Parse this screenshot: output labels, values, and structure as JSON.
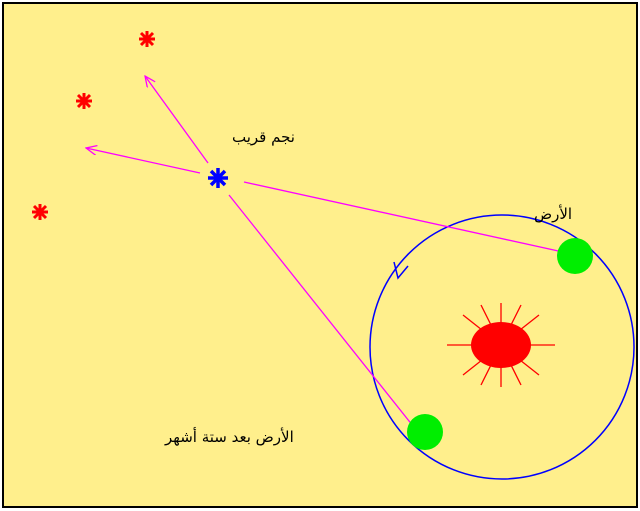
{
  "labels": {
    "near_star": "نجم قريب",
    "earth": "الأرض",
    "earth_six_months": "الأرض بعد ستة أشهر"
  },
  "colors": {
    "background": "#ffef8c",
    "border": "#000000",
    "distant_star": "#ff0000",
    "near_star": "#0000ff",
    "sight_line": "#ff00ff",
    "orbit": "#0000ff",
    "sun": "#ff0000",
    "earth": "#00ee00"
  },
  "icons": {
    "distant_star": "asterisk",
    "near_star": "asterisk",
    "sun": "rayed-circle",
    "earth": "circle"
  }
}
